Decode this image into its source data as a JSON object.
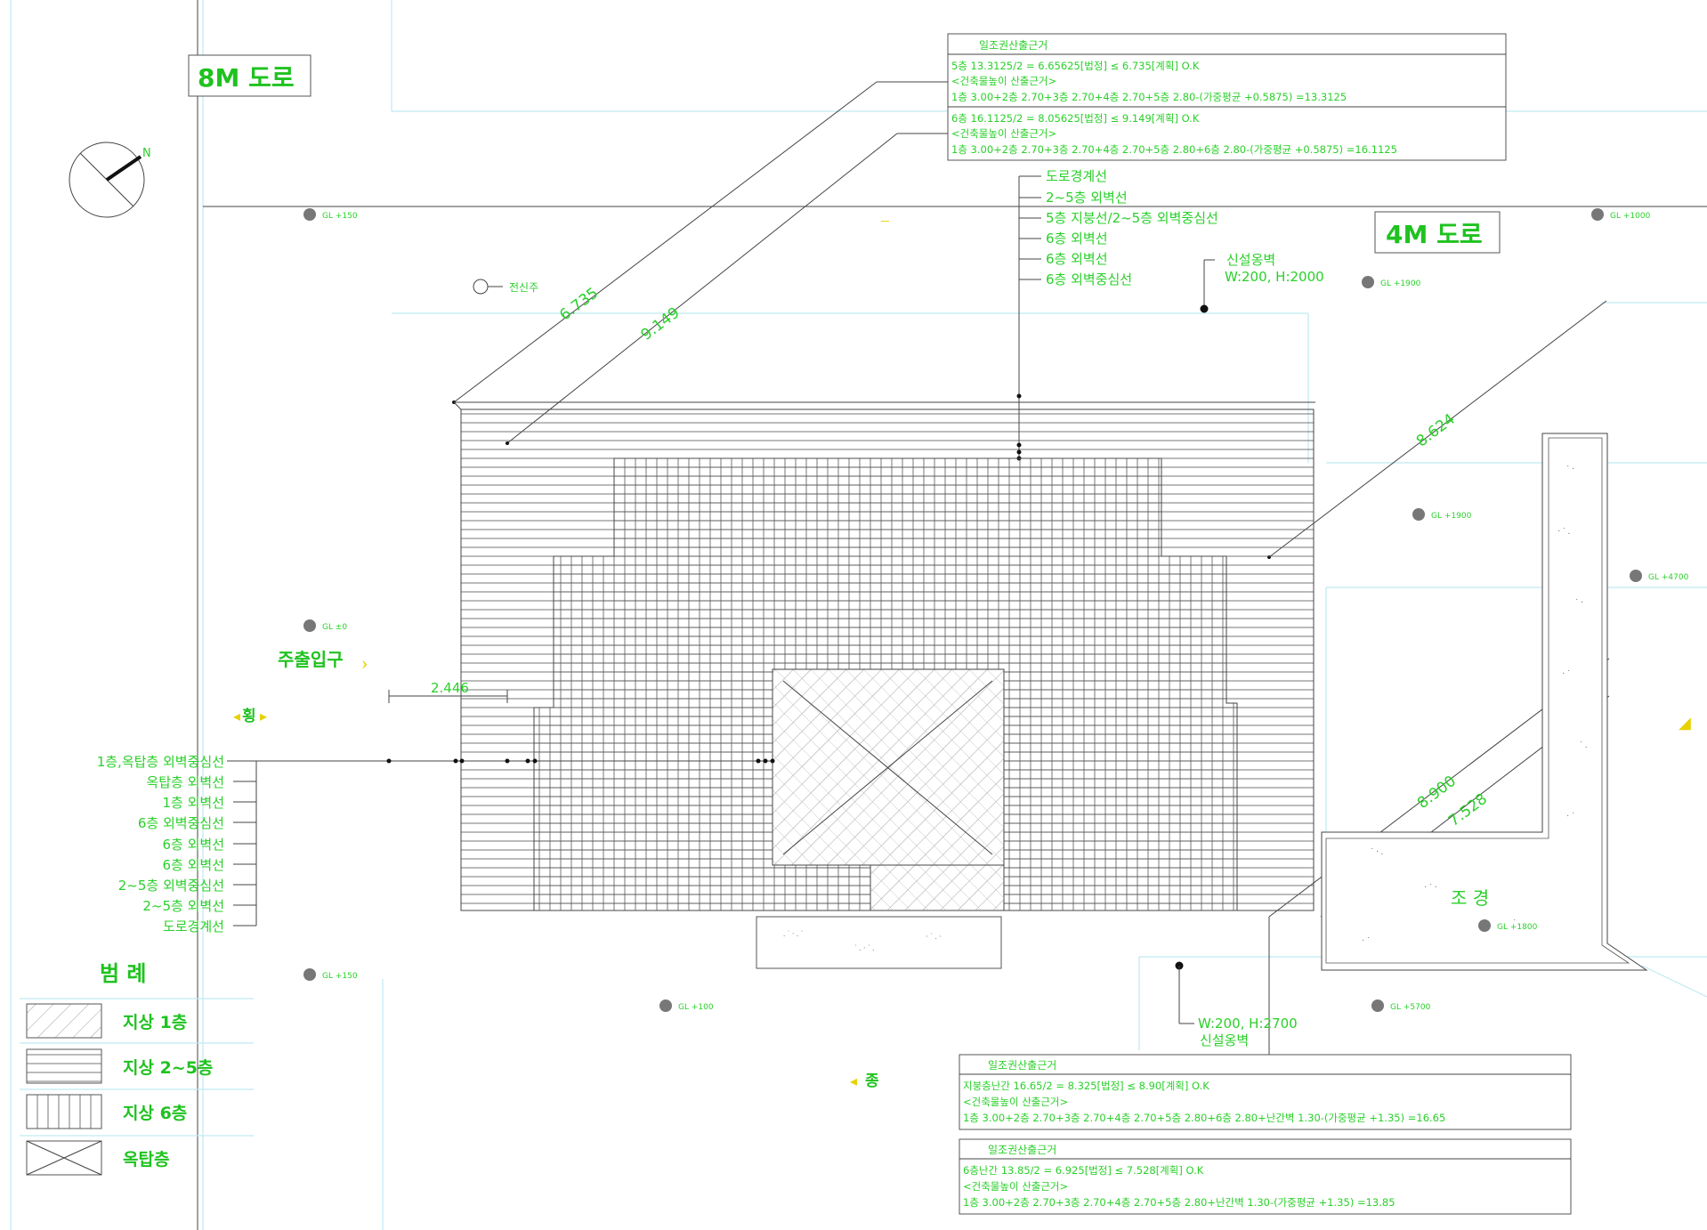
{
  "roads": {
    "road_8m": "8M 도로",
    "road_4m": "4M 도로"
  },
  "north_label": "N",
  "calc_box_top": {
    "title": "일조권산출근거",
    "row1_line1": "5층 13.3125/2 = 6.65625[법정] ≤ 6.735[계획]  O.K",
    "row1_line2": "<건축물높이 산출근거>",
    "row1_line3": "1층 3.00+2층 2.70+3층 2.70+4층 2.70+5층 2.80-(가중평균 +0.5875) =13.3125",
    "row2_line1": "6층 16.1125/2 = 8.05625[법정] ≤ 9.149[계획]  O.K",
    "row2_line2": "<건축물높이 산출근거>",
    "row2_line3": "1층 3.00+2층 2.70+3층 2.70+4층 2.70+5층 2.80+6층 2.80-(가중평균 +0.5875) =16.1125"
  },
  "calc_box_bottom1": {
    "title": "일조권산출근거",
    "line1": "지붕층난간 16.65/2 = 8.325[법정] ≤ 8.90[계획]  O.K",
    "line2": "<건축물높이 산출근거>",
    "line3": "1층 3.00+2층 2.70+3층 2.70+4층 2.70+5층 2.80+6층 2.80+난간벽 1.30-(가중평균 +1.35) =16.65"
  },
  "calc_box_bottom2": {
    "title": "일조권산출근거",
    "line1": "6층난간 13.85/2 = 6.925[법정] ≤ 7.528[계획]  O.K",
    "line2": "<건축물높이 산출근거>",
    "line3": "1층 3.00+2층 2.70+3층 2.70+4층 2.70+5층 2.80+난간벽 1.30-(가중평균 +1.35) =13.85"
  },
  "top_callouts": [
    "도로경계선",
    "2~5층 외벽선",
    "5층 지붕선/2~5층 외벽중심선",
    "6층 외벽선",
    "6층 외벽선",
    "6층 외벽중심선"
  ],
  "left_callouts": [
    "1층,옥탑층 외벽중심선",
    "옥탑층 외벽선",
    "1층 외벽선",
    "6층 외벽중심선",
    "6층 외벽선",
    "6층 외벽선",
    "2~5층 외벽중심선",
    "2~5층 외벽선",
    "도로경계선"
  ],
  "fence_top": {
    "name": "신설옹벽",
    "spec": "W:200, H:2000"
  },
  "fence_bottom": {
    "name": "신설옹벽",
    "spec": "W:200, H:2700"
  },
  "dimensions": {
    "d1": "6.735",
    "d2": "9.149",
    "d3": "8.624",
    "d4": "8.900",
    "d5": "7.528",
    "d6": "2.446"
  },
  "labels": {
    "main_entrance": "주출입구",
    "landscape": "조  경",
    "pole": "전신주",
    "dir_top": "횡",
    "dir_bottom": "종"
  },
  "levels": {
    "gl_150_top": "GL +150",
    "gl_1000_top": "GL +1000",
    "gl_1900_mid": "GL +1900",
    "gl_1900_right": "GL +1900",
    "gl_4700": "GL +4700",
    "gl_0": "GL ±0",
    "gl_150_left": "GL +150",
    "gl_100": "GL +100",
    "gl_5700": "GL +5700",
    "gl_1800": "GL +1800"
  },
  "legend": {
    "title": "범  례",
    "items": [
      "지상 1층",
      "지상 2~5층",
      "지상 6층",
      "옥탑층"
    ]
  }
}
